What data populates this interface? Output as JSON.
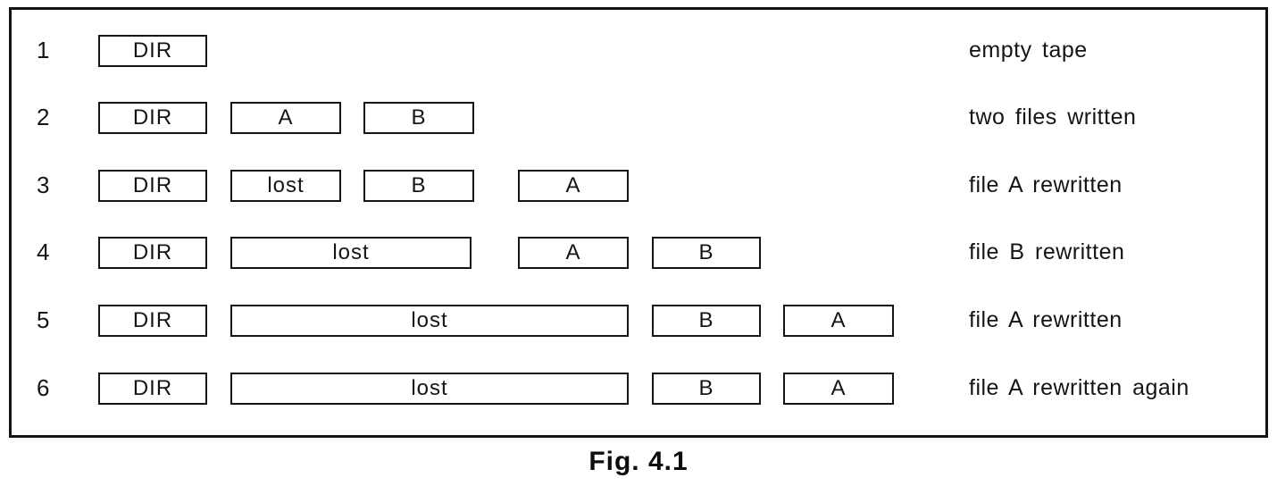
{
  "caption": "Fig. 4.1",
  "rows": [
    {
      "number": "1",
      "boxes": [
        "DIR"
      ],
      "description": "empty tape"
    },
    {
      "number": "2",
      "boxes": [
        "DIR",
        "A",
        "B"
      ],
      "description": "two files written"
    },
    {
      "number": "3",
      "boxes": [
        "DIR",
        "lost",
        "B",
        "A"
      ],
      "description": "file A rewritten"
    },
    {
      "number": "4",
      "boxes": [
        "DIR",
        "lost",
        "A",
        "B"
      ],
      "description": "file B rewritten"
    },
    {
      "number": "5",
      "boxes": [
        "DIR",
        "lost",
        "B",
        "A"
      ],
      "description": "file A rewritten"
    },
    {
      "number": "6",
      "boxes": [
        "DIR",
        "lost",
        "B",
        "A"
      ],
      "description": "file A rewritten again"
    }
  ]
}
